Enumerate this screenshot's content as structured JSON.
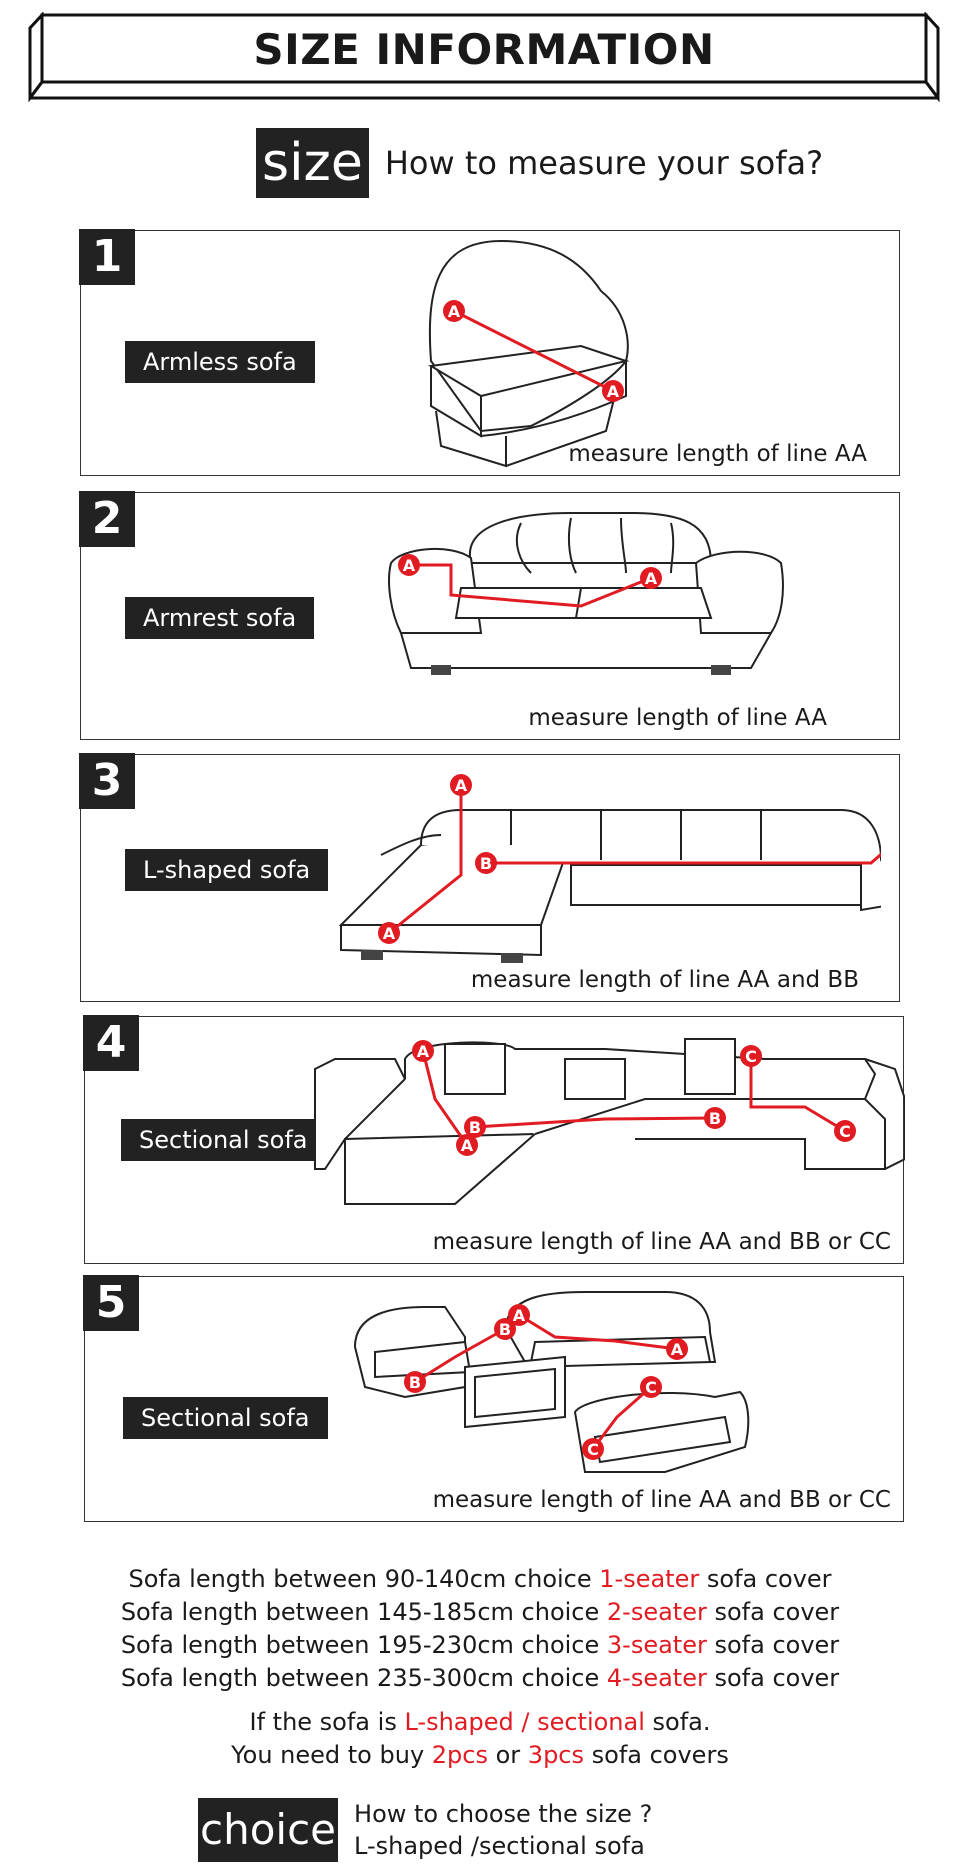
{
  "header": {
    "title": "SIZE INFORMATION"
  },
  "size_intro": {
    "tag": "size",
    "question": "How to measure your sofa?"
  },
  "panels": [
    {
      "number": "1",
      "label": "Armless sofa",
      "caption": "measure length of line AA"
    },
    {
      "number": "2",
      "label": "Armrest sofa",
      "caption": "measure length of line AA"
    },
    {
      "number": "3",
      "label": "L-shaped sofa",
      "caption": "measure length of line AA and BB"
    },
    {
      "number": "4",
      "label": "Sectional sofa",
      "caption": "measure length of line AA and BB or CC"
    },
    {
      "number": "5",
      "label": "Sectional sofa",
      "caption": "measure length of line AA and BB or CC"
    }
  ],
  "markers": {
    "a": "A",
    "b": "B",
    "c": "C"
  },
  "size_guide": [
    {
      "prefix": "Sofa length between 90-140cm choice ",
      "seater": "1-seater",
      "suffix": " sofa cover"
    },
    {
      "prefix": "Sofa length between 145-185cm choice ",
      "seater": "2-seater",
      "suffix": " sofa cover"
    },
    {
      "prefix": "Sofa length between 195-230cm choice ",
      "seater": "3-seater",
      "suffix": " sofa cover"
    },
    {
      "prefix": "Sofa length between 235-300cm choice ",
      "seater": "4-seater",
      "suffix": " sofa cover"
    }
  ],
  "sectional_note": {
    "line1_prefix": "If the sofa is ",
    "line1_red": "L-shaped / sectional",
    "line1_suffix": " sofa.",
    "line2_prefix": "You need to buy ",
    "line2_red1": "2pcs",
    "line2_mid": " or ",
    "line2_red2": "3pcs",
    "line2_suffix": " sofa covers"
  },
  "choice": {
    "tag": "choice",
    "line1": "How to choose the size ?",
    "line2": "L-shaped /sectional sofa"
  },
  "colors": {
    "accent_red": "#e11b22",
    "label_bg": "#222222"
  }
}
